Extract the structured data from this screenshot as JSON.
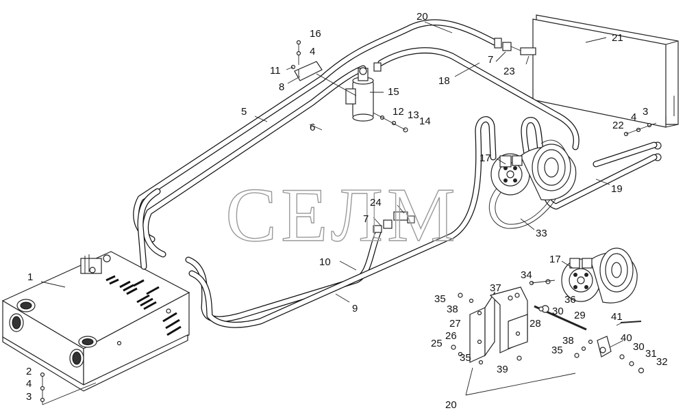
{
  "watermark": "СЕЛМ",
  "callouts": {
    "c1": "1",
    "c2": "2",
    "c3a": "3",
    "c3b": "3",
    "c4a": "4",
    "c4b": "4",
    "c4c": "4",
    "c5": "5",
    "c6": "6",
    "c7a": "7",
    "c7b": "7",
    "c8": "8",
    "c9": "9",
    "c10": "10",
    "c11": "11",
    "c12": "12",
    "c13": "13",
    "c14": "14",
    "c15": "15",
    "c16": "16",
    "c17a": "17",
    "c17b": "17",
    "c18": "18",
    "c19": "19",
    "c20a": "20",
    "c20b": "20",
    "c21": "21",
    "c22": "22",
    "c23": "23",
    "c24": "24",
    "c25": "25",
    "c26": "26",
    "c27": "27",
    "c28": "28",
    "c29": "29",
    "c30a": "30",
    "c30b": "30",
    "c31": "31",
    "c32": "32",
    "c33": "33",
    "c34": "34",
    "c35a": "35",
    "c35b": "35",
    "c35c": "35",
    "c36": "36",
    "c37": "37",
    "c38a": "38",
    "c38b": "38",
    "c39": "39",
    "c40": "40",
    "c41": "41"
  }
}
